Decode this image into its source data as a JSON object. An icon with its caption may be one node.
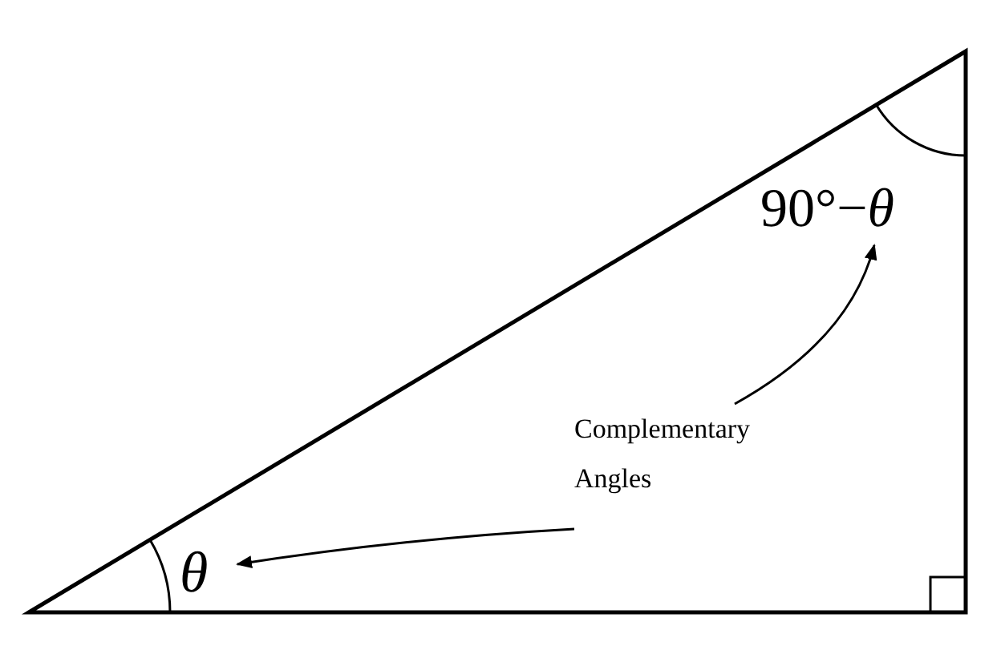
{
  "diagram": {
    "nodes": [
      {
        "text": [
          "Complementary Angles"
        ]
      },
      {
        "text": [
          "θ"
        ]
      },
      {
        "text": [
          "90°−*θ*"
        ]
      }
    ],
    "edges": [
      {
        "from": 0,
        "to": 1,
        "arrow": "to"
      },
      {
        "from": 0,
        "to": 2,
        "arrow": "to"
      }
    ]
  }
}
